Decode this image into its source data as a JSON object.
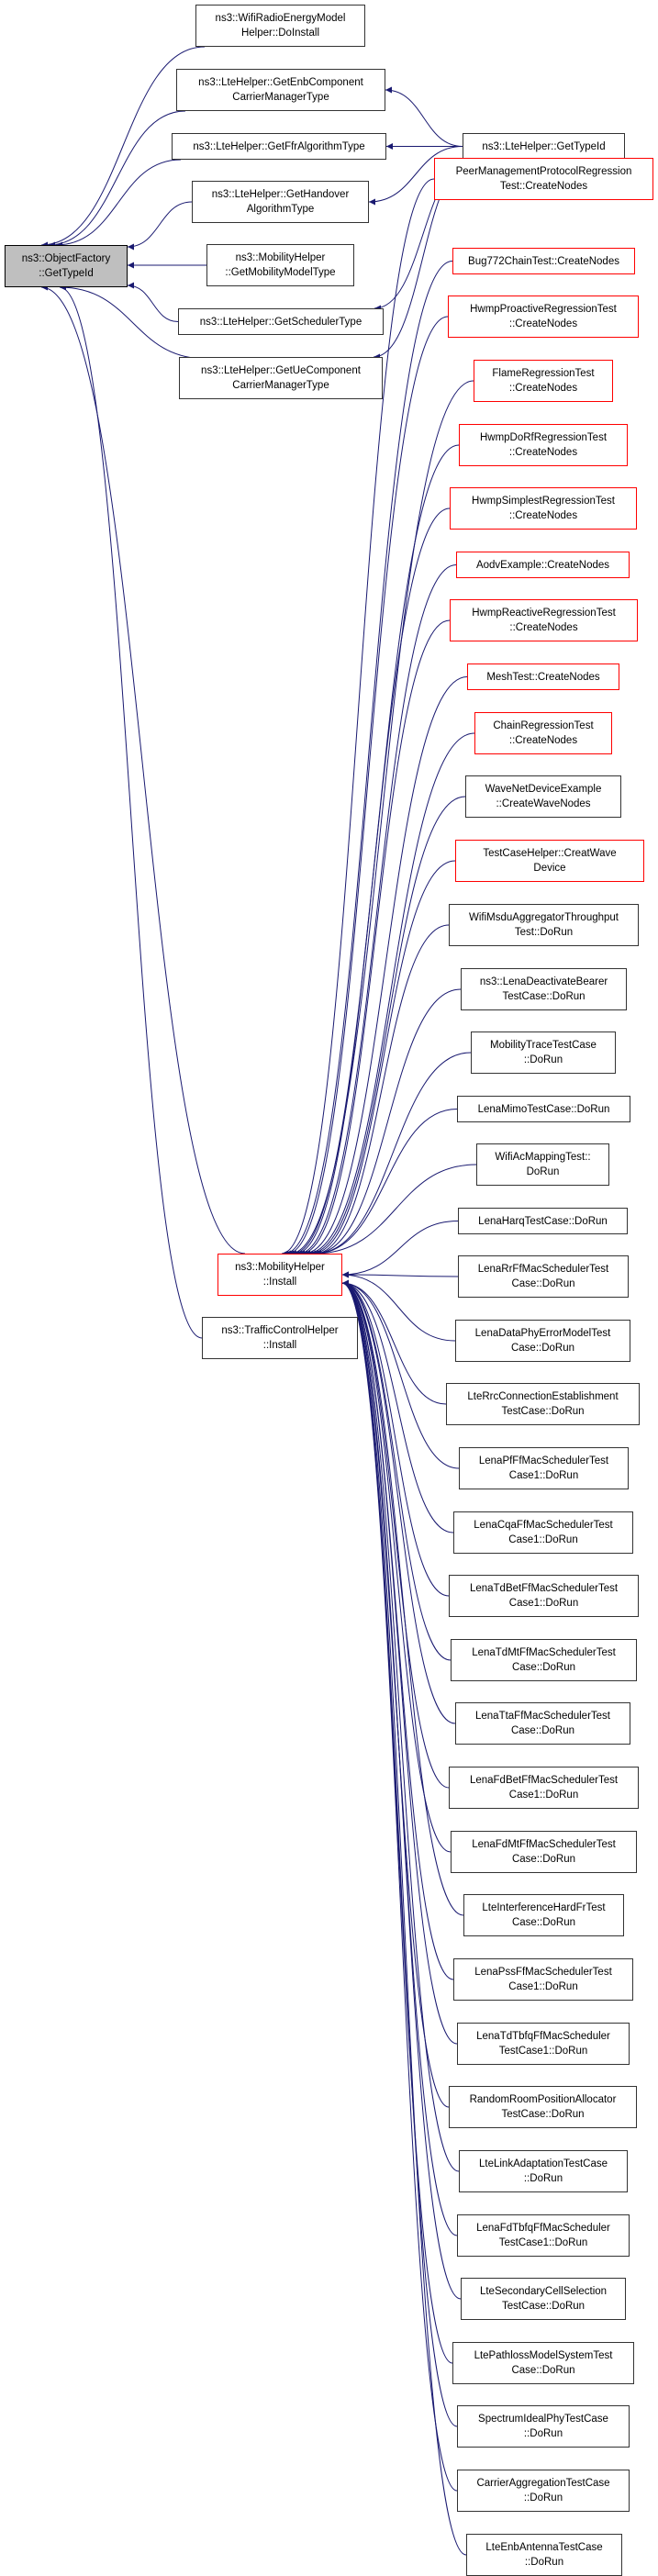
{
  "diagram": {
    "type": "doxygen-caller-graph",
    "edge_color": "#191970",
    "highlight_color": "#ff0000",
    "focus_fill": "#bfbfbf",
    "focus": {
      "id": "objfactory",
      "lines": [
        "ns3::ObjectFactory",
        "::GetTypeId"
      ]
    },
    "nodes": [
      {
        "id": "wifiradio",
        "lines": [
          "ns3::WifiRadioEnergyModel",
          "Helper::DoInstall"
        ],
        "red": false
      },
      {
        "id": "enbccm",
        "lines": [
          "ns3::LteHelper::GetEnbComponent",
          "CarrierManagerType"
        ],
        "red": false
      },
      {
        "id": "ffr",
        "lines": [
          "ns3::LteHelper::GetFfrAlgorithmType"
        ],
        "red": false
      },
      {
        "id": "handover",
        "lines": [
          "ns3::LteHelper::GetHandover",
          "AlgorithmType"
        ],
        "red": false
      },
      {
        "id": "mobmodel",
        "lines": [
          "ns3::MobilityHelper",
          "::GetMobilityModelType"
        ],
        "red": false
      },
      {
        "id": "sched",
        "lines": [
          "ns3::LteHelper::GetSchedulerType"
        ],
        "red": false
      },
      {
        "id": "ueccm",
        "lines": [
          "ns3::LteHelper::GetUeComponent",
          "CarrierManagerType"
        ],
        "red": false
      },
      {
        "id": "mobinstall",
        "lines": [
          "ns3::MobilityHelper",
          "::Install"
        ],
        "red": true
      },
      {
        "id": "tcinstall",
        "lines": [
          "ns3::TrafficControlHelper",
          "::Install"
        ],
        "red": false
      },
      {
        "id": "ltegettypeid",
        "lines": [
          "ns3::LteHelper::GetTypeId"
        ],
        "red": false
      },
      {
        "id": "c0",
        "lines": [
          "PeerManagementProtocolRegression",
          "Test::CreateNodes"
        ],
        "red": true
      },
      {
        "id": "c1",
        "lines": [
          "Bug772ChainTest::CreateNodes"
        ],
        "red": true
      },
      {
        "id": "c2",
        "lines": [
          "HwmpProactiveRegressionTest",
          "::CreateNodes"
        ],
        "red": true
      },
      {
        "id": "c3",
        "lines": [
          "FlameRegressionTest",
          "::CreateNodes"
        ],
        "red": true
      },
      {
        "id": "c4",
        "lines": [
          "HwmpDoRfRegressionTest",
          "::CreateNodes"
        ],
        "red": true
      },
      {
        "id": "c5",
        "lines": [
          "HwmpSimplestRegressionTest",
          "::CreateNodes"
        ],
        "red": true
      },
      {
        "id": "c6",
        "lines": [
          "AodvExample::CreateNodes"
        ],
        "red": true
      },
      {
        "id": "c7",
        "lines": [
          "HwmpReactiveRegressionTest",
          "::CreateNodes"
        ],
        "red": true
      },
      {
        "id": "c8",
        "lines": [
          "MeshTest::CreateNodes"
        ],
        "red": true
      },
      {
        "id": "c9",
        "lines": [
          "ChainRegressionTest",
          "::CreateNodes"
        ],
        "red": true
      },
      {
        "id": "c10",
        "lines": [
          "WaveNetDeviceExample",
          "::CreateWaveNodes"
        ],
        "red": false
      },
      {
        "id": "c11",
        "lines": [
          "TestCaseHelper::CreatWave",
          "Device"
        ],
        "red": true
      },
      {
        "id": "c12",
        "lines": [
          "WifiMsduAggregatorThroughput",
          "Test::DoRun"
        ],
        "red": false
      },
      {
        "id": "c13",
        "lines": [
          "ns3::LenaDeactivateBearer",
          "TestCase::DoRun"
        ],
        "red": false
      },
      {
        "id": "c14",
        "lines": [
          "MobilityTraceTestCase",
          "::DoRun"
        ],
        "red": false
      },
      {
        "id": "c15",
        "lines": [
          "LenaMimoTestCase::DoRun"
        ],
        "red": false
      },
      {
        "id": "c16",
        "lines": [
          "WifiAcMappingTest::",
          "DoRun"
        ],
        "red": false
      },
      {
        "id": "c17",
        "lines": [
          "LenaHarqTestCase::DoRun"
        ],
        "red": false
      },
      {
        "id": "c18",
        "lines": [
          "LenaRrFfMacSchedulerTest",
          "Case::DoRun"
        ],
        "red": false
      },
      {
        "id": "c19",
        "lines": [
          "LenaDataPhyErrorModelTest",
          "Case::DoRun"
        ],
        "red": false
      },
      {
        "id": "c20",
        "lines": [
          "LteRrcConnectionEstablishment",
          "TestCase::DoRun"
        ],
        "red": false
      },
      {
        "id": "c21",
        "lines": [
          "LenaPfFfMacSchedulerTest",
          "Case1::DoRun"
        ],
        "red": false
      },
      {
        "id": "c22",
        "lines": [
          "LenaCqaFfMacSchedulerTest",
          "Case1::DoRun"
        ],
        "red": false
      },
      {
        "id": "c23",
        "lines": [
          "LenaTdBetFfMacSchedulerTest",
          "Case1::DoRun"
        ],
        "red": false
      },
      {
        "id": "c24",
        "lines": [
          "LenaTdMtFfMacSchedulerTest",
          "Case::DoRun"
        ],
        "red": false
      },
      {
        "id": "c25",
        "lines": [
          "LenaTtaFfMacSchedulerTest",
          "Case::DoRun"
        ],
        "red": false
      },
      {
        "id": "c26",
        "lines": [
          "LenaFdBetFfMacSchedulerTest",
          "Case1::DoRun"
        ],
        "red": false
      },
      {
        "id": "c27",
        "lines": [
          "LenaFdMtFfMacSchedulerTest",
          "Case::DoRun"
        ],
        "red": false
      },
      {
        "id": "c28",
        "lines": [
          "LteInterferenceHardFrTest",
          "Case::DoRun"
        ],
        "red": false
      },
      {
        "id": "c29",
        "lines": [
          "LenaPssFfMacSchedulerTest",
          "Case1::DoRun"
        ],
        "red": false
      },
      {
        "id": "c30",
        "lines": [
          "LenaTdTbfqFfMacScheduler",
          "TestCase1::DoRun"
        ],
        "red": false
      },
      {
        "id": "c31",
        "lines": [
          "RandomRoomPositionAllocator",
          "TestCase::DoRun"
        ],
        "red": false
      },
      {
        "id": "c32",
        "lines": [
          "LteLinkAdaptationTestCase",
          "::DoRun"
        ],
        "red": false
      },
      {
        "id": "c33",
        "lines": [
          "LenaFdTbfqFfMacScheduler",
          "TestCase1::DoRun"
        ],
        "red": false
      },
      {
        "id": "c34",
        "lines": [
          "LteSecondaryCellSelection",
          "TestCase::DoRun"
        ],
        "red": false
      },
      {
        "id": "c35",
        "lines": [
          "LtePathlossModelSystemTest",
          "Case::DoRun"
        ],
        "red": false
      },
      {
        "id": "c36",
        "lines": [
          "SpectrumIdealPhyTestCase",
          "::DoRun"
        ],
        "red": false
      },
      {
        "id": "c37",
        "lines": [
          "CarrierAggregationTestCase",
          "::DoRun"
        ],
        "red": false
      },
      {
        "id": "c38",
        "lines": [
          "LteEnbAntennaTestCase",
          "::DoRun"
        ],
        "red": false
      }
    ],
    "edges": [
      [
        "wifiradio",
        "objfactory"
      ],
      [
        "enbccm",
        "objfactory"
      ],
      [
        "ffr",
        "objfactory"
      ],
      [
        "handover",
        "objfactory"
      ],
      [
        "mobmodel",
        "objfactory"
      ],
      [
        "sched",
        "objfactory"
      ],
      [
        "ueccm",
        "objfactory"
      ],
      [
        "mobinstall",
        "objfactory"
      ],
      [
        "tcinstall",
        "objfactory"
      ],
      [
        "ltegettypeid",
        "enbccm"
      ],
      [
        "ltegettypeid",
        "ffr"
      ],
      [
        "ltegettypeid",
        "handover"
      ],
      [
        "ltegettypeid",
        "sched"
      ],
      [
        "ltegettypeid",
        "ueccm"
      ],
      [
        "c0",
        "mobinstall"
      ],
      [
        "c1",
        "mobinstall"
      ],
      [
        "c2",
        "mobinstall"
      ],
      [
        "c3",
        "mobinstall"
      ],
      [
        "c4",
        "mobinstall"
      ],
      [
        "c5",
        "mobinstall"
      ],
      [
        "c6",
        "mobinstall"
      ],
      [
        "c7",
        "mobinstall"
      ],
      [
        "c8",
        "mobinstall"
      ],
      [
        "c9",
        "mobinstall"
      ],
      [
        "c10",
        "mobinstall"
      ],
      [
        "c11",
        "mobinstall"
      ],
      [
        "c12",
        "mobinstall"
      ],
      [
        "c13",
        "mobinstall"
      ],
      [
        "c14",
        "mobinstall"
      ],
      [
        "c15",
        "mobinstall"
      ],
      [
        "c16",
        "mobinstall"
      ],
      [
        "c17",
        "mobinstall"
      ],
      [
        "c18",
        "mobinstall"
      ],
      [
        "c19",
        "mobinstall"
      ],
      [
        "c20",
        "mobinstall"
      ],
      [
        "c21",
        "mobinstall"
      ],
      [
        "c22",
        "mobinstall"
      ],
      [
        "c23",
        "mobinstall"
      ],
      [
        "c24",
        "mobinstall"
      ],
      [
        "c25",
        "mobinstall"
      ],
      [
        "c26",
        "mobinstall"
      ],
      [
        "c27",
        "mobinstall"
      ],
      [
        "c28",
        "mobinstall"
      ],
      [
        "c29",
        "mobinstall"
      ],
      [
        "c30",
        "mobinstall"
      ],
      [
        "c31",
        "mobinstall"
      ],
      [
        "c32",
        "mobinstall"
      ],
      [
        "c33",
        "mobinstall"
      ],
      [
        "c34",
        "mobinstall"
      ],
      [
        "c35",
        "mobinstall"
      ],
      [
        "c36",
        "mobinstall"
      ],
      [
        "c37",
        "mobinstall"
      ],
      [
        "c38",
        "mobinstall"
      ]
    ]
  }
}
